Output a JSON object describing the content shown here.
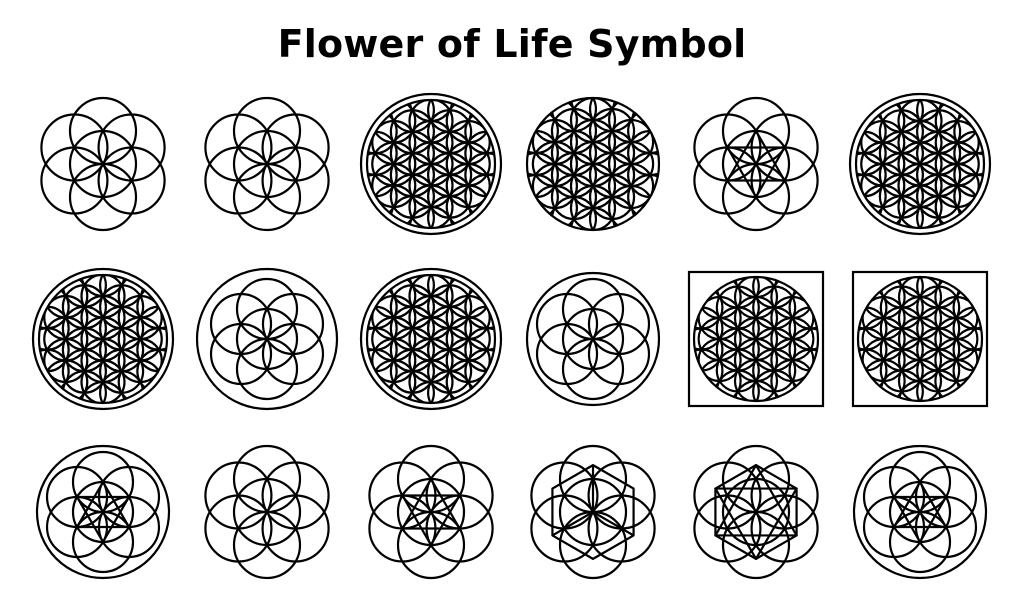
{
  "title": "Flower of Life Symbol",
  "colors": {
    "background": "#ffffff",
    "ink": "#000000"
  },
  "symbols": [
    {
      "row": 1,
      "col": 1,
      "pattern": "seed-of-life",
      "frame": "none"
    },
    {
      "row": 1,
      "col": 2,
      "pattern": "seed-of-life",
      "frame": "none"
    },
    {
      "row": 1,
      "col": 3,
      "pattern": "flower-of-life",
      "frame": "double-circle"
    },
    {
      "row": 1,
      "col": 4,
      "pattern": "flower-of-life",
      "frame": "none"
    },
    {
      "row": 1,
      "col": 5,
      "pattern": "seed-with-star",
      "frame": "none"
    },
    {
      "row": 1,
      "col": 6,
      "pattern": "flower-of-life",
      "frame": "double-circle"
    },
    {
      "row": 2,
      "col": 1,
      "pattern": "flower-of-life",
      "frame": "double-circle"
    },
    {
      "row": 2,
      "col": 2,
      "pattern": "seed-of-life",
      "frame": "double-circle"
    },
    {
      "row": 2,
      "col": 3,
      "pattern": "flower-of-life",
      "frame": "double-circle"
    },
    {
      "row": 2,
      "col": 4,
      "pattern": "seed-of-life",
      "frame": "circle"
    },
    {
      "row": 2,
      "col": 5,
      "pattern": "flower-of-life",
      "frame": "square"
    },
    {
      "row": 2,
      "col": 6,
      "pattern": "flower-of-life",
      "frame": "square"
    },
    {
      "row": 3,
      "col": 1,
      "pattern": "seed-with-star",
      "frame": "circle"
    },
    {
      "row": 3,
      "col": 2,
      "pattern": "seed-of-life",
      "frame": "none"
    },
    {
      "row": 3,
      "col": 3,
      "pattern": "seed-with-star",
      "frame": "none"
    },
    {
      "row": 3,
      "col": 4,
      "pattern": "seed-with-cube",
      "frame": "none"
    },
    {
      "row": 3,
      "col": 5,
      "pattern": "seed-with-triangle",
      "frame": "none"
    },
    {
      "row": 3,
      "col": 6,
      "pattern": "seed-with-star",
      "frame": "circle"
    }
  ]
}
